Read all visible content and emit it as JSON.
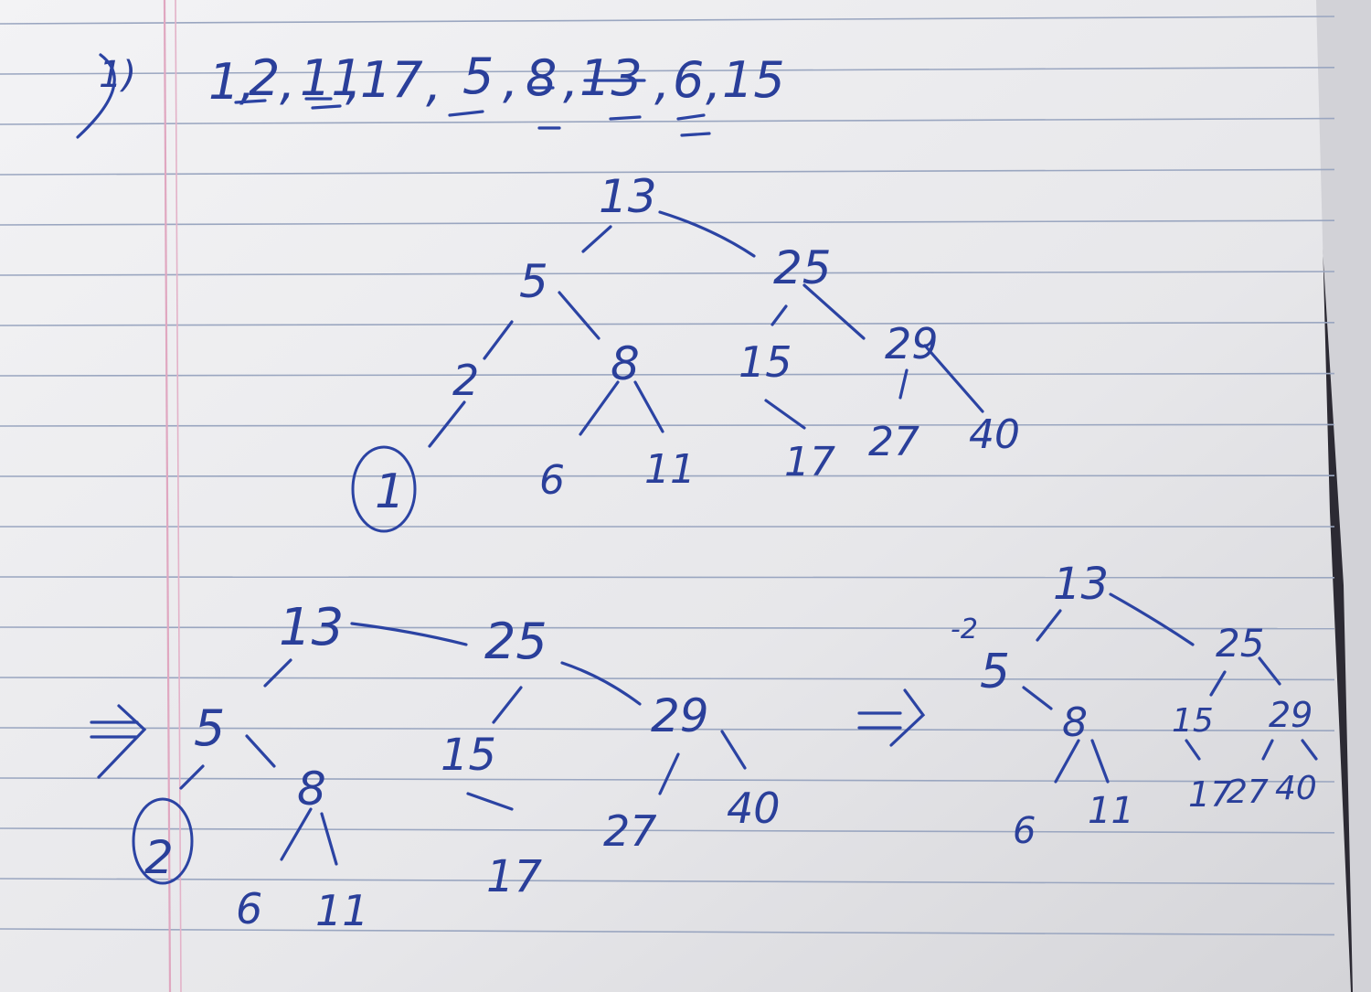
{
  "problem": {
    "number": "1)",
    "sequence": [
      "1",
      "2",
      "11",
      "17",
      "5",
      "8",
      "13",
      "6",
      "15"
    ]
  },
  "tree_1": {
    "nodes": [
      "13",
      "5",
      "25",
      "2",
      "8",
      "15",
      "29",
      "1",
      "6",
      "11",
      "17",
      "27",
      "40"
    ],
    "circled_node": "1",
    "circle_mark": "1"
  },
  "tree_2": {
    "arrow": "⇒",
    "nodes": [
      "13",
      "25",
      "5",
      "15",
      "29",
      "8",
      "17",
      "27",
      "40",
      "6",
      "11"
    ],
    "circled_node": "2",
    "circle_mark": "2"
  },
  "tree_3": {
    "arrow": "⇒",
    "annotation": "-2",
    "nodes": [
      "13",
      "5",
      "25",
      "8",
      "15",
      "29",
      "6",
      "11",
      "17",
      "27",
      "40"
    ]
  },
  "colors": {
    "ink": "#2a3f9a",
    "paper": "#ebebee",
    "rule_line": "#9aa6c0",
    "margin_line": "#e0a7c0",
    "background": "#2c2a33"
  }
}
